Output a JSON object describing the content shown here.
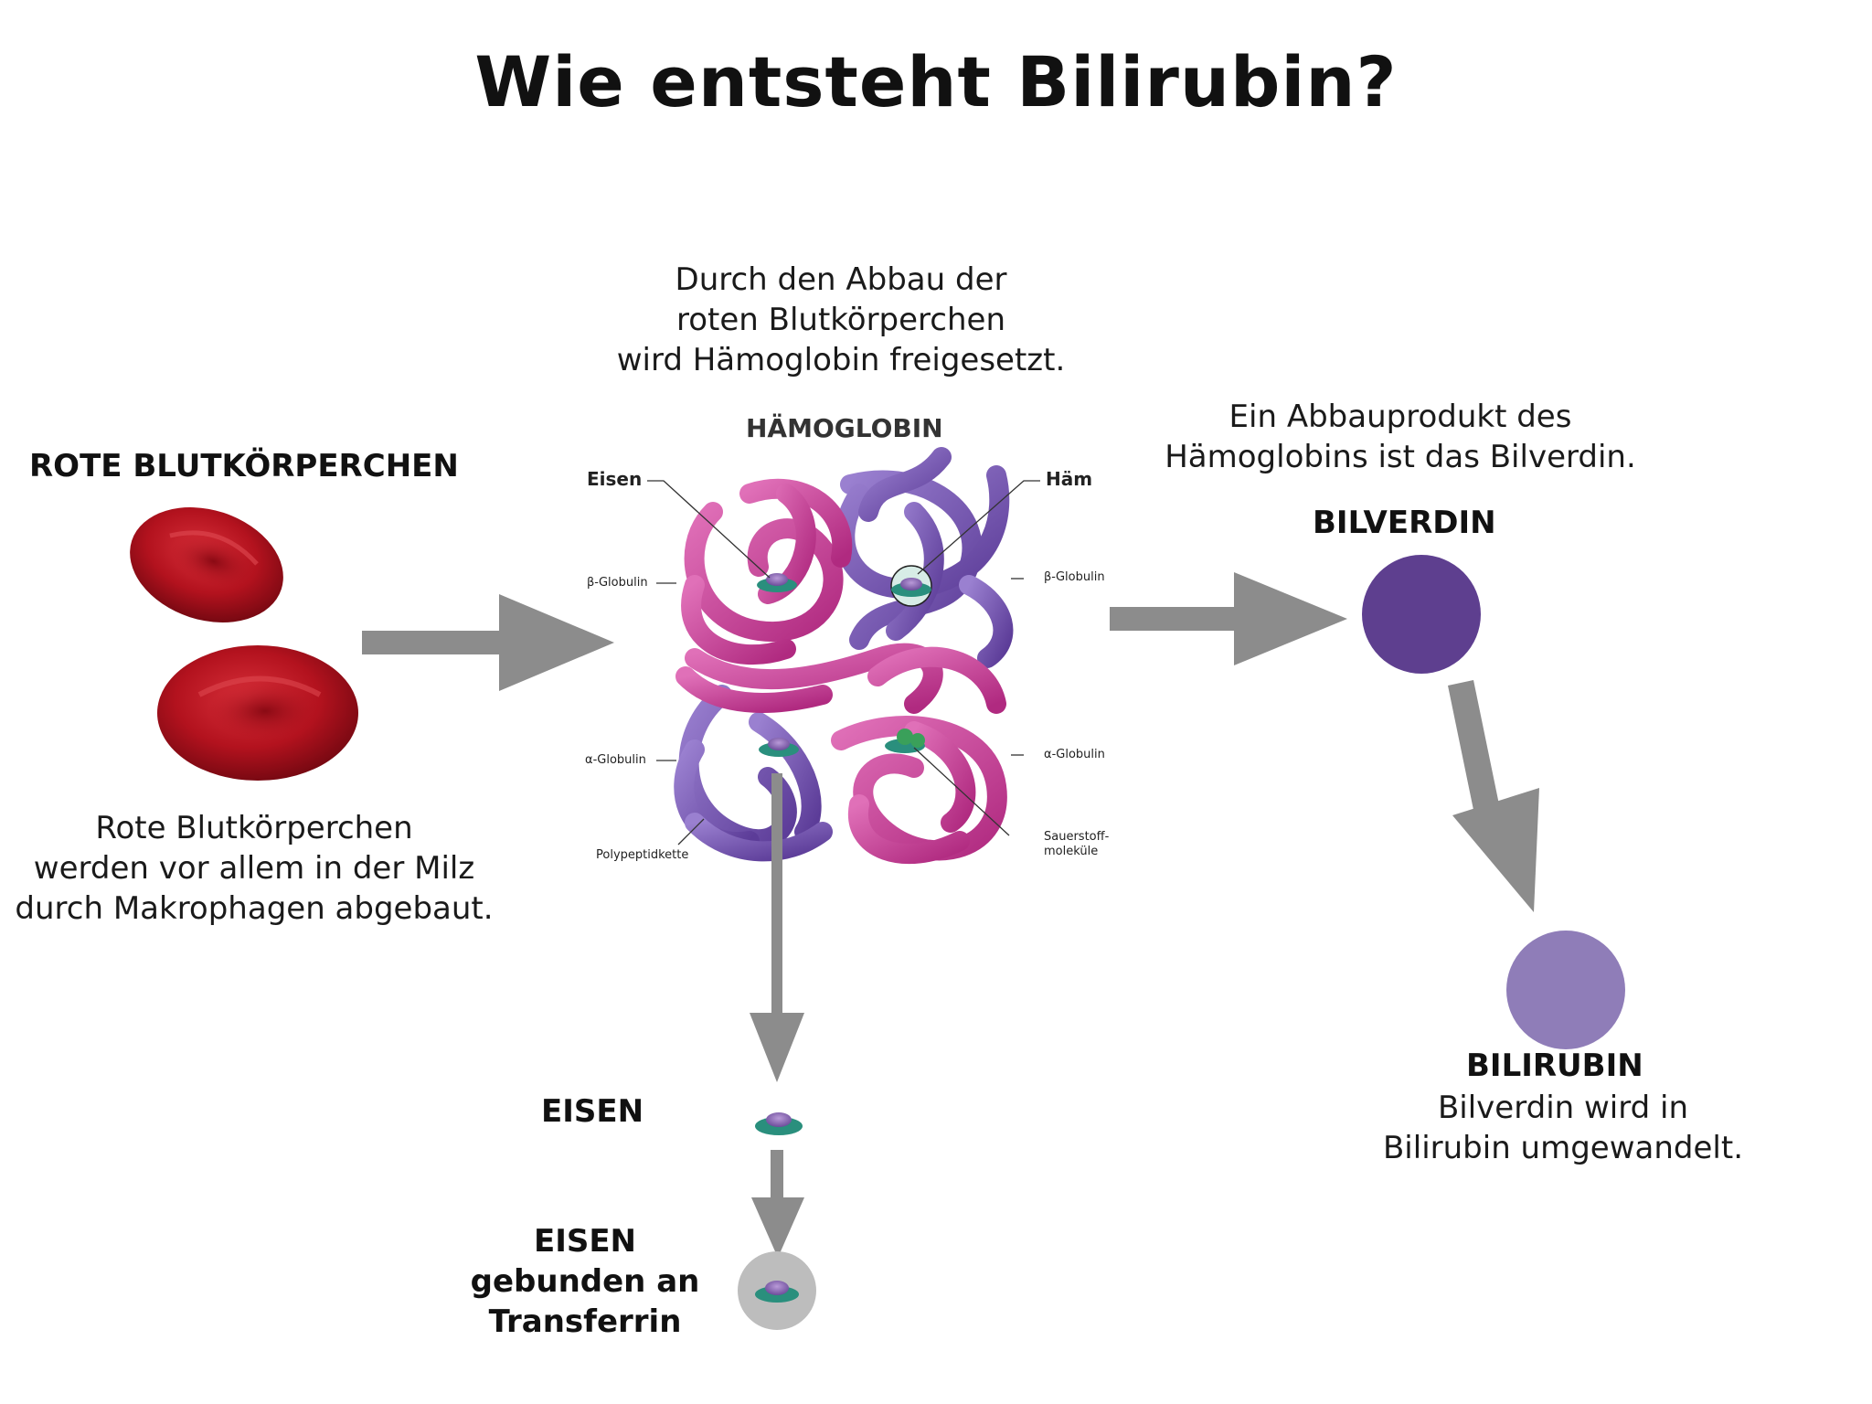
{
  "title": "Wie entsteht Bilirubin?",
  "rbc": {
    "heading": "ROTE BLUTKÖRPERCHEN",
    "text": [
      "Rote Blutkörperchen",
      "werden vor allem in der Milz",
      "durch Makrophagen abgebaut."
    ]
  },
  "hemoglobin": {
    "intro": [
      "Durch den Abbau der",
      "roten Blutkörperchen",
      "wird Hämoglobin freigesetzt."
    ],
    "heading": "HÄMOGLOBIN",
    "labels": {
      "eisen": "Eisen",
      "haem": "Häm",
      "beta_left": "β-Globulin",
      "beta_right": "β-Globulin",
      "alpha_left": "α-Globulin",
      "alpha_right": "α-Globulin",
      "polypeptide": "Polypeptidkette",
      "oxygen": [
        "Sauerstoff-",
        "moleküle"
      ]
    }
  },
  "biliverdin": {
    "intro": [
      "Ein Abbauprodukt des",
      "Hämoglobins ist das Bilverdin."
    ],
    "heading": "BILVERDIN",
    "color": "#5e3f8f"
  },
  "bilirubin": {
    "heading": "BILIRUBIN",
    "text": [
      "Bilverdin wird in",
      "Bilirubin umgewandelt."
    ],
    "color": "#8f7db8"
  },
  "iron": {
    "heading": "EISEN",
    "transferrin_heading": [
      "EISEN",
      "gebunden an",
      "Transferrin"
    ]
  },
  "colors": {
    "arrow": "#8c8c8c",
    "rbc": "#b3121e",
    "pink": "#c0338f",
    "purple": "#6d4aa8"
  },
  "icons": [
    "red-blood-cell-icon",
    "hemoglobin-molecule-icon",
    "iron-ion-icon",
    "transferrin-icon"
  ]
}
